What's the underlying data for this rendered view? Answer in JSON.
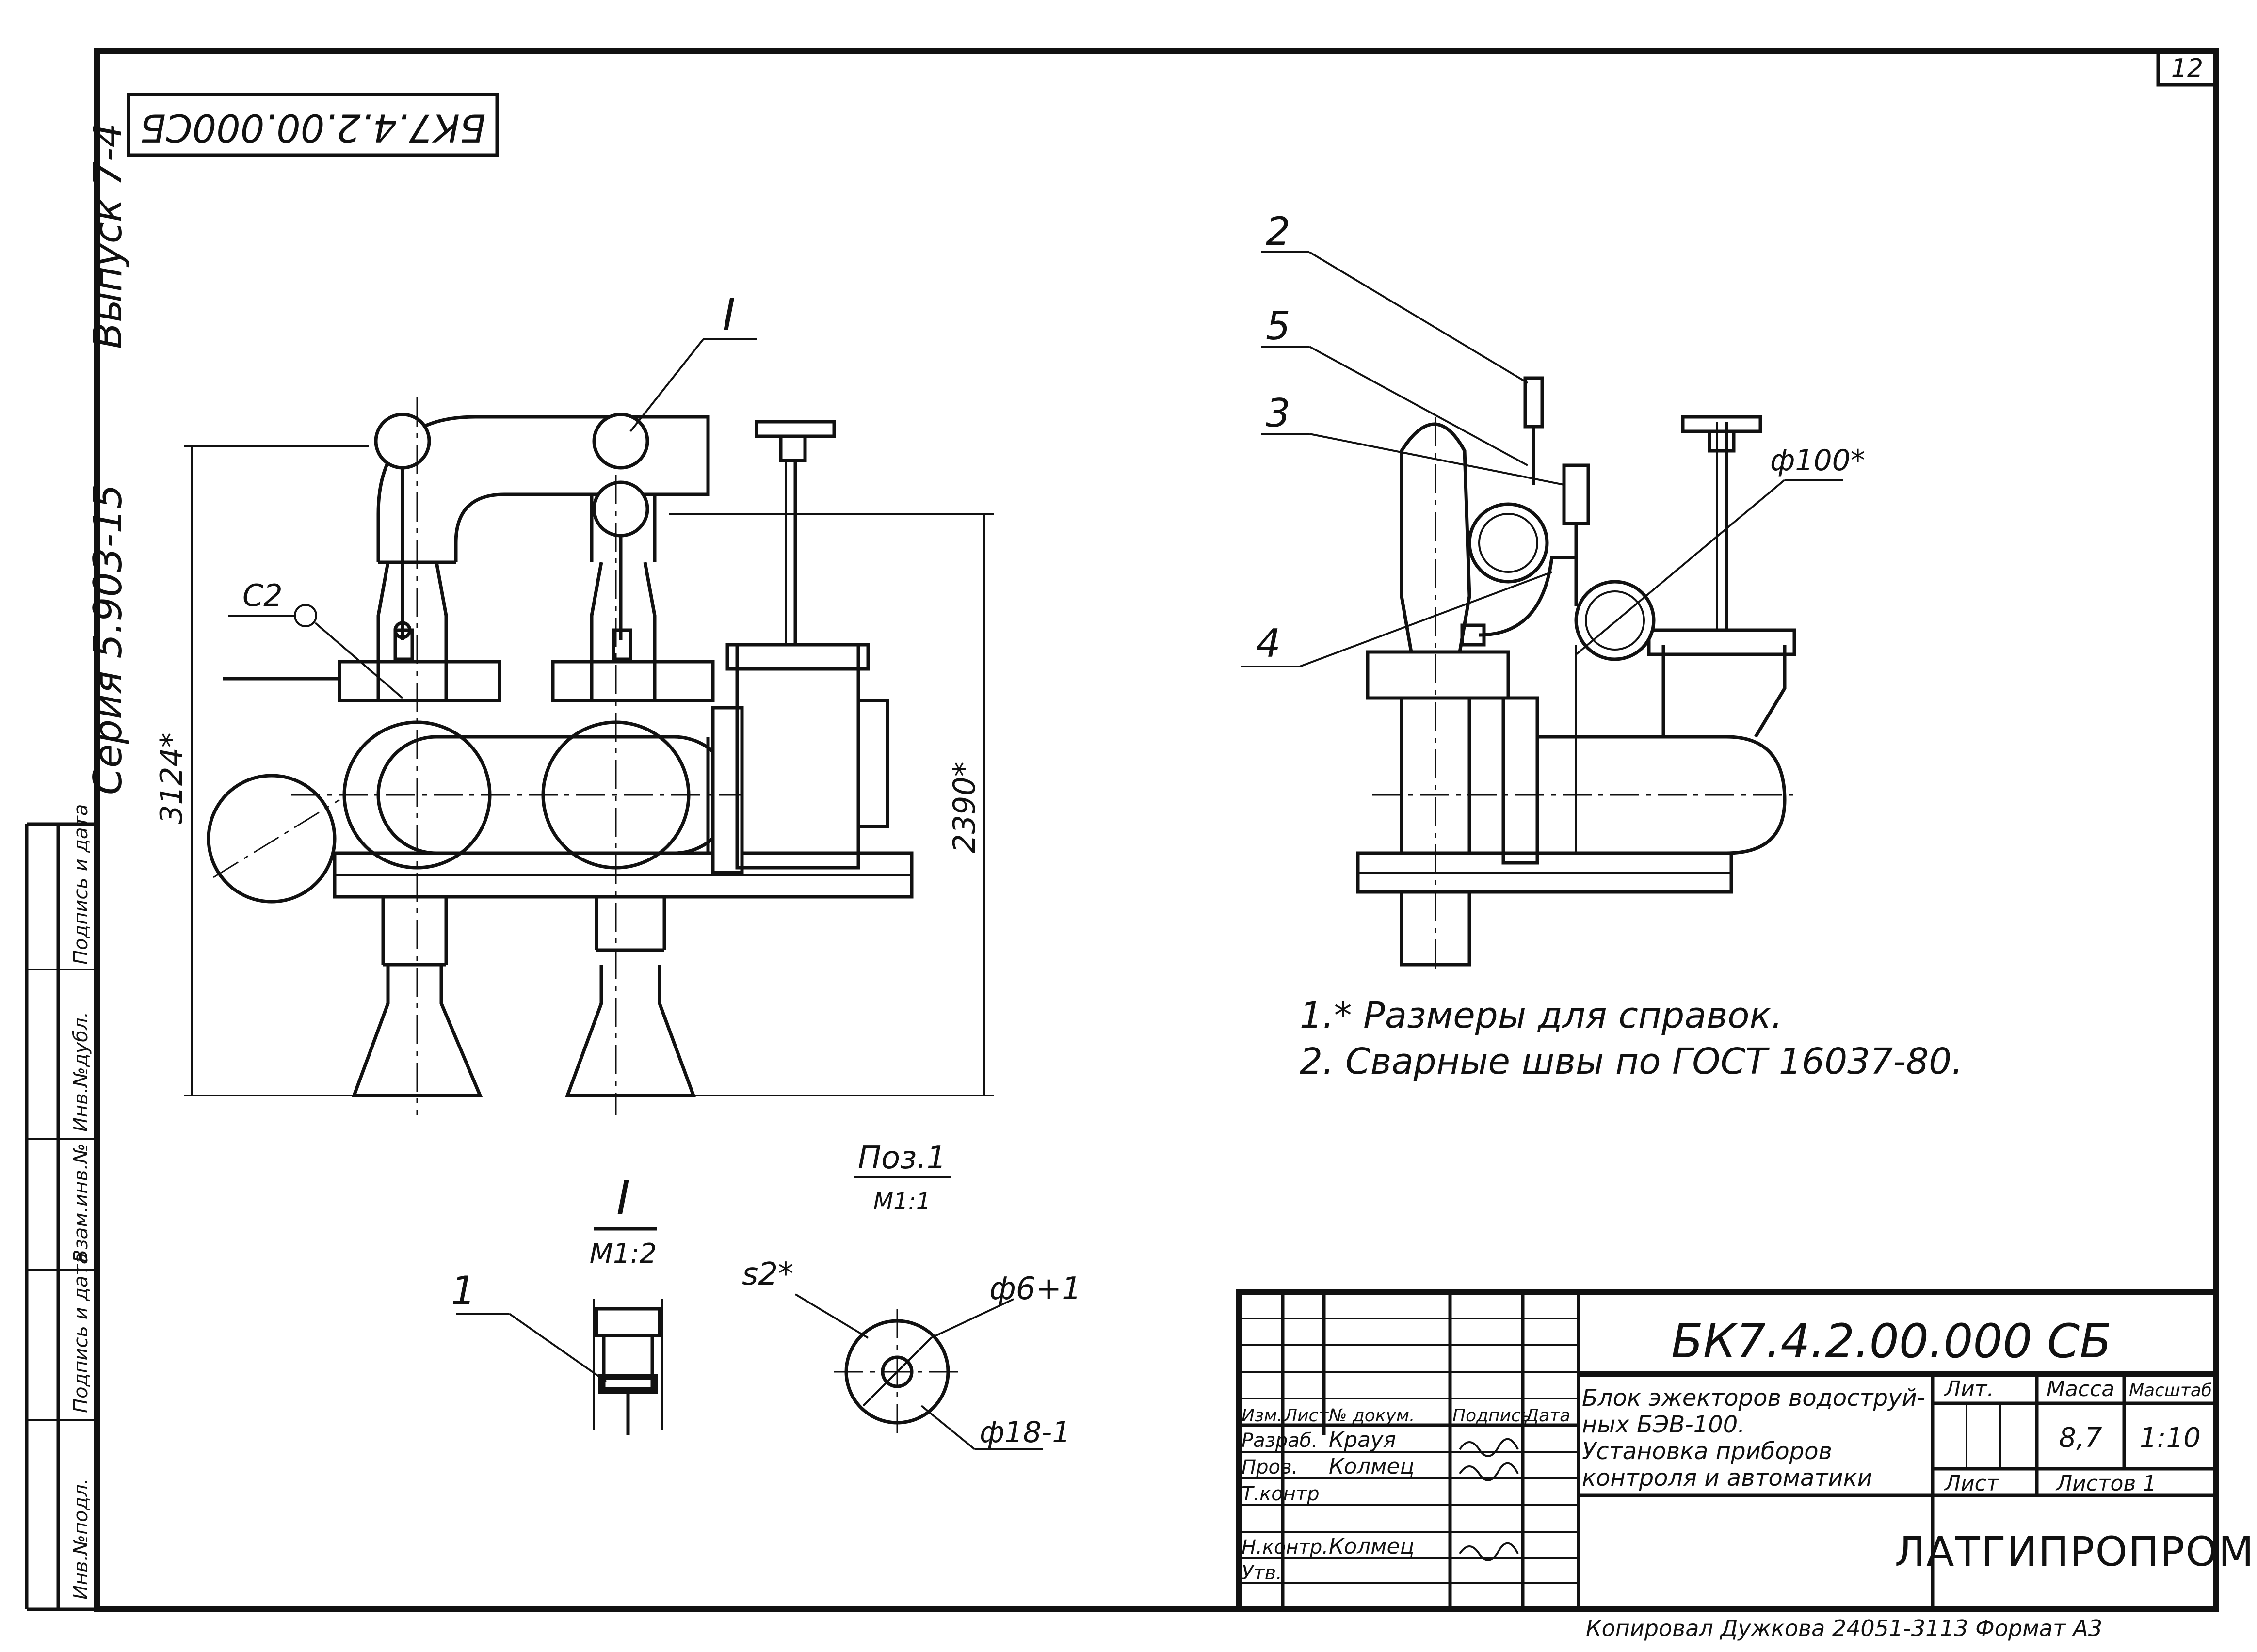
{
  "sheet": {
    "number": "12",
    "series": "Серия 5.903-15",
    "issue": "Выпуск 7-4",
    "code_rotated": "БК7.4.2.00.000СБ"
  },
  "side_stamp": [
    "Инв.№подл.",
    "Подпись и дата",
    "Взам.инв.№",
    "Инв.№дубл.",
    "Подпись и дата"
  ],
  "front_view": {
    "callout_section": "I",
    "callout_c2": "С2",
    "dim_height": "3124*",
    "dim_inner": "2390*"
  },
  "side_view": {
    "callouts": [
      "2",
      "5",
      "3",
      "4"
    ],
    "dia_label": "ф100*"
  },
  "notes": [
    "1.* Размеры для   справок.",
    "2. Сварные   швы по ГОСТ 16037-80."
  ],
  "detail_I": {
    "title": "I",
    "scale": "М1:2",
    "callout": "1"
  },
  "detail_pos1": {
    "title": "Поз.1",
    "scale": "М1:1",
    "s_label": "s2*",
    "d_outer": "ф18-1",
    "d_inner": "ф6+1"
  },
  "title_block": {
    "code": "БК7.4.2.00.000 СБ",
    "headers": [
      "Изм.",
      "Лист",
      "№ докум.",
      "Подпись",
      "Дата"
    ],
    "roles": [
      {
        "role": "Разраб.",
        "name": "Крауя"
      },
      {
        "role": "Пров.",
        "name": "Колмец"
      },
      {
        "role": "Т.контр",
        "name": ""
      },
      {
        "role": "Н.контр.",
        "name": "Колмец"
      },
      {
        "role": "Утв.",
        "name": ""
      }
    ],
    "desc_lines": [
      "Блок эжекторов водоструй-",
      "ных  БЭВ-100.",
      "Установка приборов",
      "контроля и автоматики"
    ],
    "lit_label": "Лит.",
    "mass_label": "Масса",
    "scale_label": "Масштаб",
    "mass_value": "8,7",
    "scale_value": "1:10",
    "sheet_label": "Лист",
    "sheets_label": "Листов 1",
    "org": "ЛАТГИПРОПРОМ"
  },
  "footer": {
    "copied": "Копировал  Дужкова 24051-31",
    "format": "13  Формат А3"
  }
}
